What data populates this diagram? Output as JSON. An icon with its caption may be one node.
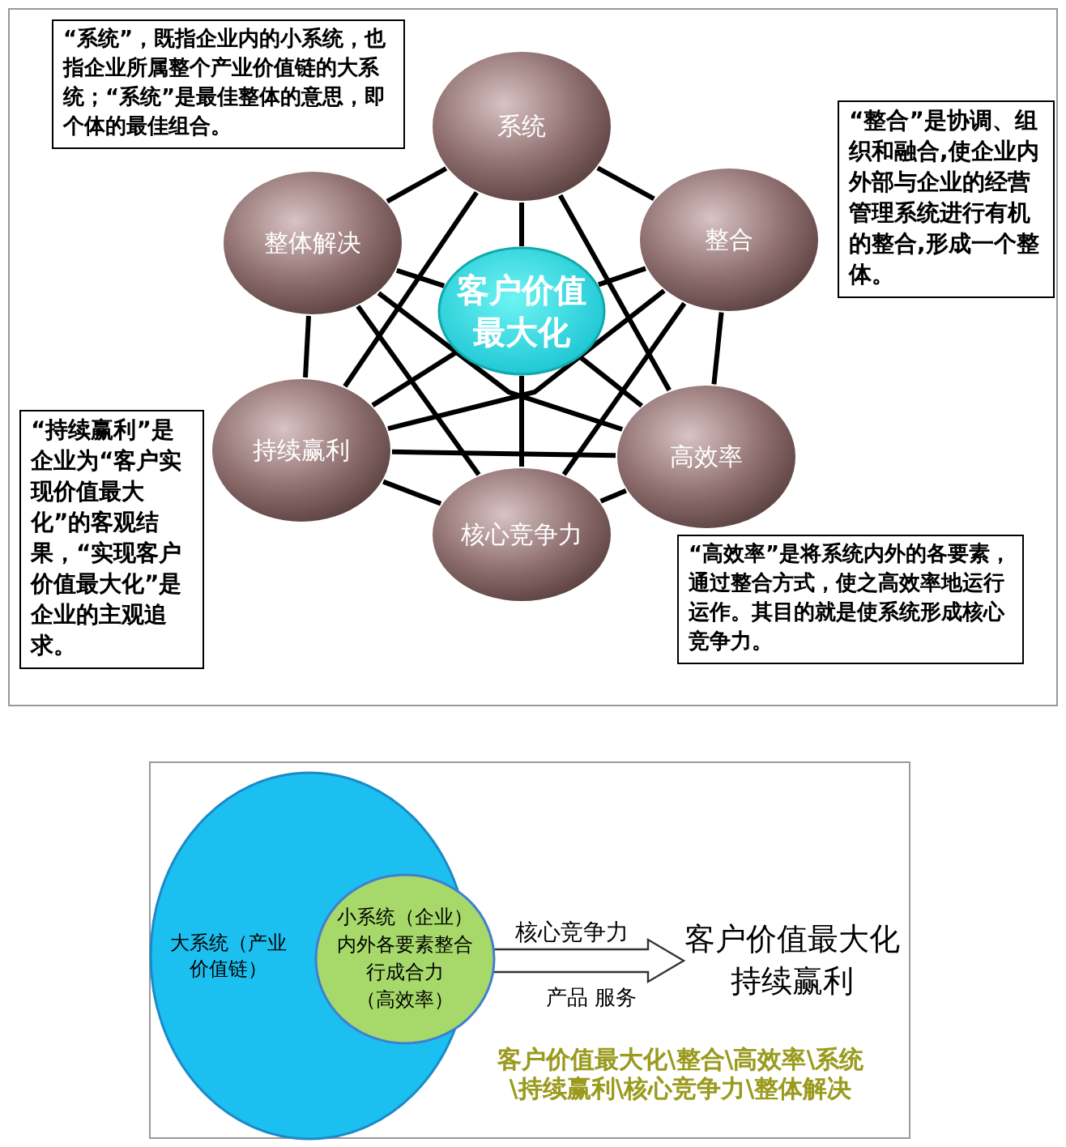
{
  "diagram": {
    "nodes": [
      {
        "text": [
          "“系统”，既指企业内的小系统，也指企业所属整个产业价值链的大系统；“系统”是最佳整体的意思，即个体的最佳组合。"
        ]
      },
      {
        "text": [
          "系统"
        ]
      },
      {
        "text": [
          "“整合”是协调、组织和融合,使企业内外部与企业的经营管理系统进行有机的整合,形成一个整体。"
        ]
      },
      {
        "text": [
          "整体解决"
        ]
      },
      {
        "text": [
          "整合"
        ]
      },
      {
        "text": [
          "客户价值最大化"
        ]
      },
      {
        "text": [
          "持续赢利"
        ]
      },
      {
        "text": [
          "“持续赢利”是企业为“客户实现价值最大化”的客观结果，“实现客户价值最大化”是企业的主观追求。"
        ]
      },
      {
        "text": [
          "高效率"
        ]
      },
      {
        "text": [
          "核心竞争力"
        ]
      },
      {
        "text": [
          "“高效率”是将系统内外的各要素，通过整合方式，使之高效率地运行运作。其目的就是使系统形成核心竞争力。"
        ]
      },
      {
        "text": [
          "大系统（产业价值链）"
        ]
      },
      {
        "text": [
          "小系统（企业）内外各要素整合行成合力",
          "（高效率）"
        ],
        "in": 11
      },
      {
        "text": [
          "客户价值最大化",
          "持续赢利"
        ]
      }
    ],
    "edges": [
      {
        "from": 1,
        "to": 4,
        "arrow": "none"
      },
      {
        "from": 4,
        "to": 8,
        "arrow": "none"
      },
      {
        "from": 8,
        "to": 9,
        "arrow": "none"
      },
      {
        "from": 9,
        "to": 6,
        "arrow": "none"
      },
      {
        "from": 6,
        "to": 3,
        "arrow": "none"
      },
      {
        "from": 3,
        "to": 1,
        "arrow": "none"
      },
      {
        "from": 1,
        "to": 5,
        "arrow": "none"
      },
      {
        "from": 4,
        "to": 5,
        "arrow": "none"
      },
      {
        "from": 8,
        "to": 5,
        "arrow": "none"
      },
      {
        "from": 9,
        "to": 5,
        "arrow": "none"
      },
      {
        "from": 6,
        "to": 5,
        "arrow": "none"
      },
      {
        "from": 3,
        "to": 5,
        "arrow": "none"
      },
      {
        "from": 1,
        "to": 6,
        "arrow": "none"
      },
      {
        "from": 1,
        "to": 8,
        "arrow": "none"
      },
      {
        "from": 4,
        "to": 6,
        "arrow": "none"
      },
      {
        "from": 4,
        "to": 9,
        "arrow": "none"
      },
      {
        "from": 8,
        "to": 6,
        "arrow": "none"
      },
      {
        "from": 8,
        "to": 3,
        "arrow": "none"
      },
      {
        "from": 9,
        "to": 3,
        "arrow": "none"
      },
      {
        "from": 11,
        "to": 13,
        "arrow": "to",
        "label": "核心竞争力"
      }
    ],
    "labels": [
      "产品 服务",
      "客户价值最大化\\整合\\高效率\\系统\\持续赢利\\核心竞争力\\整体解决"
    ]
  }
}
